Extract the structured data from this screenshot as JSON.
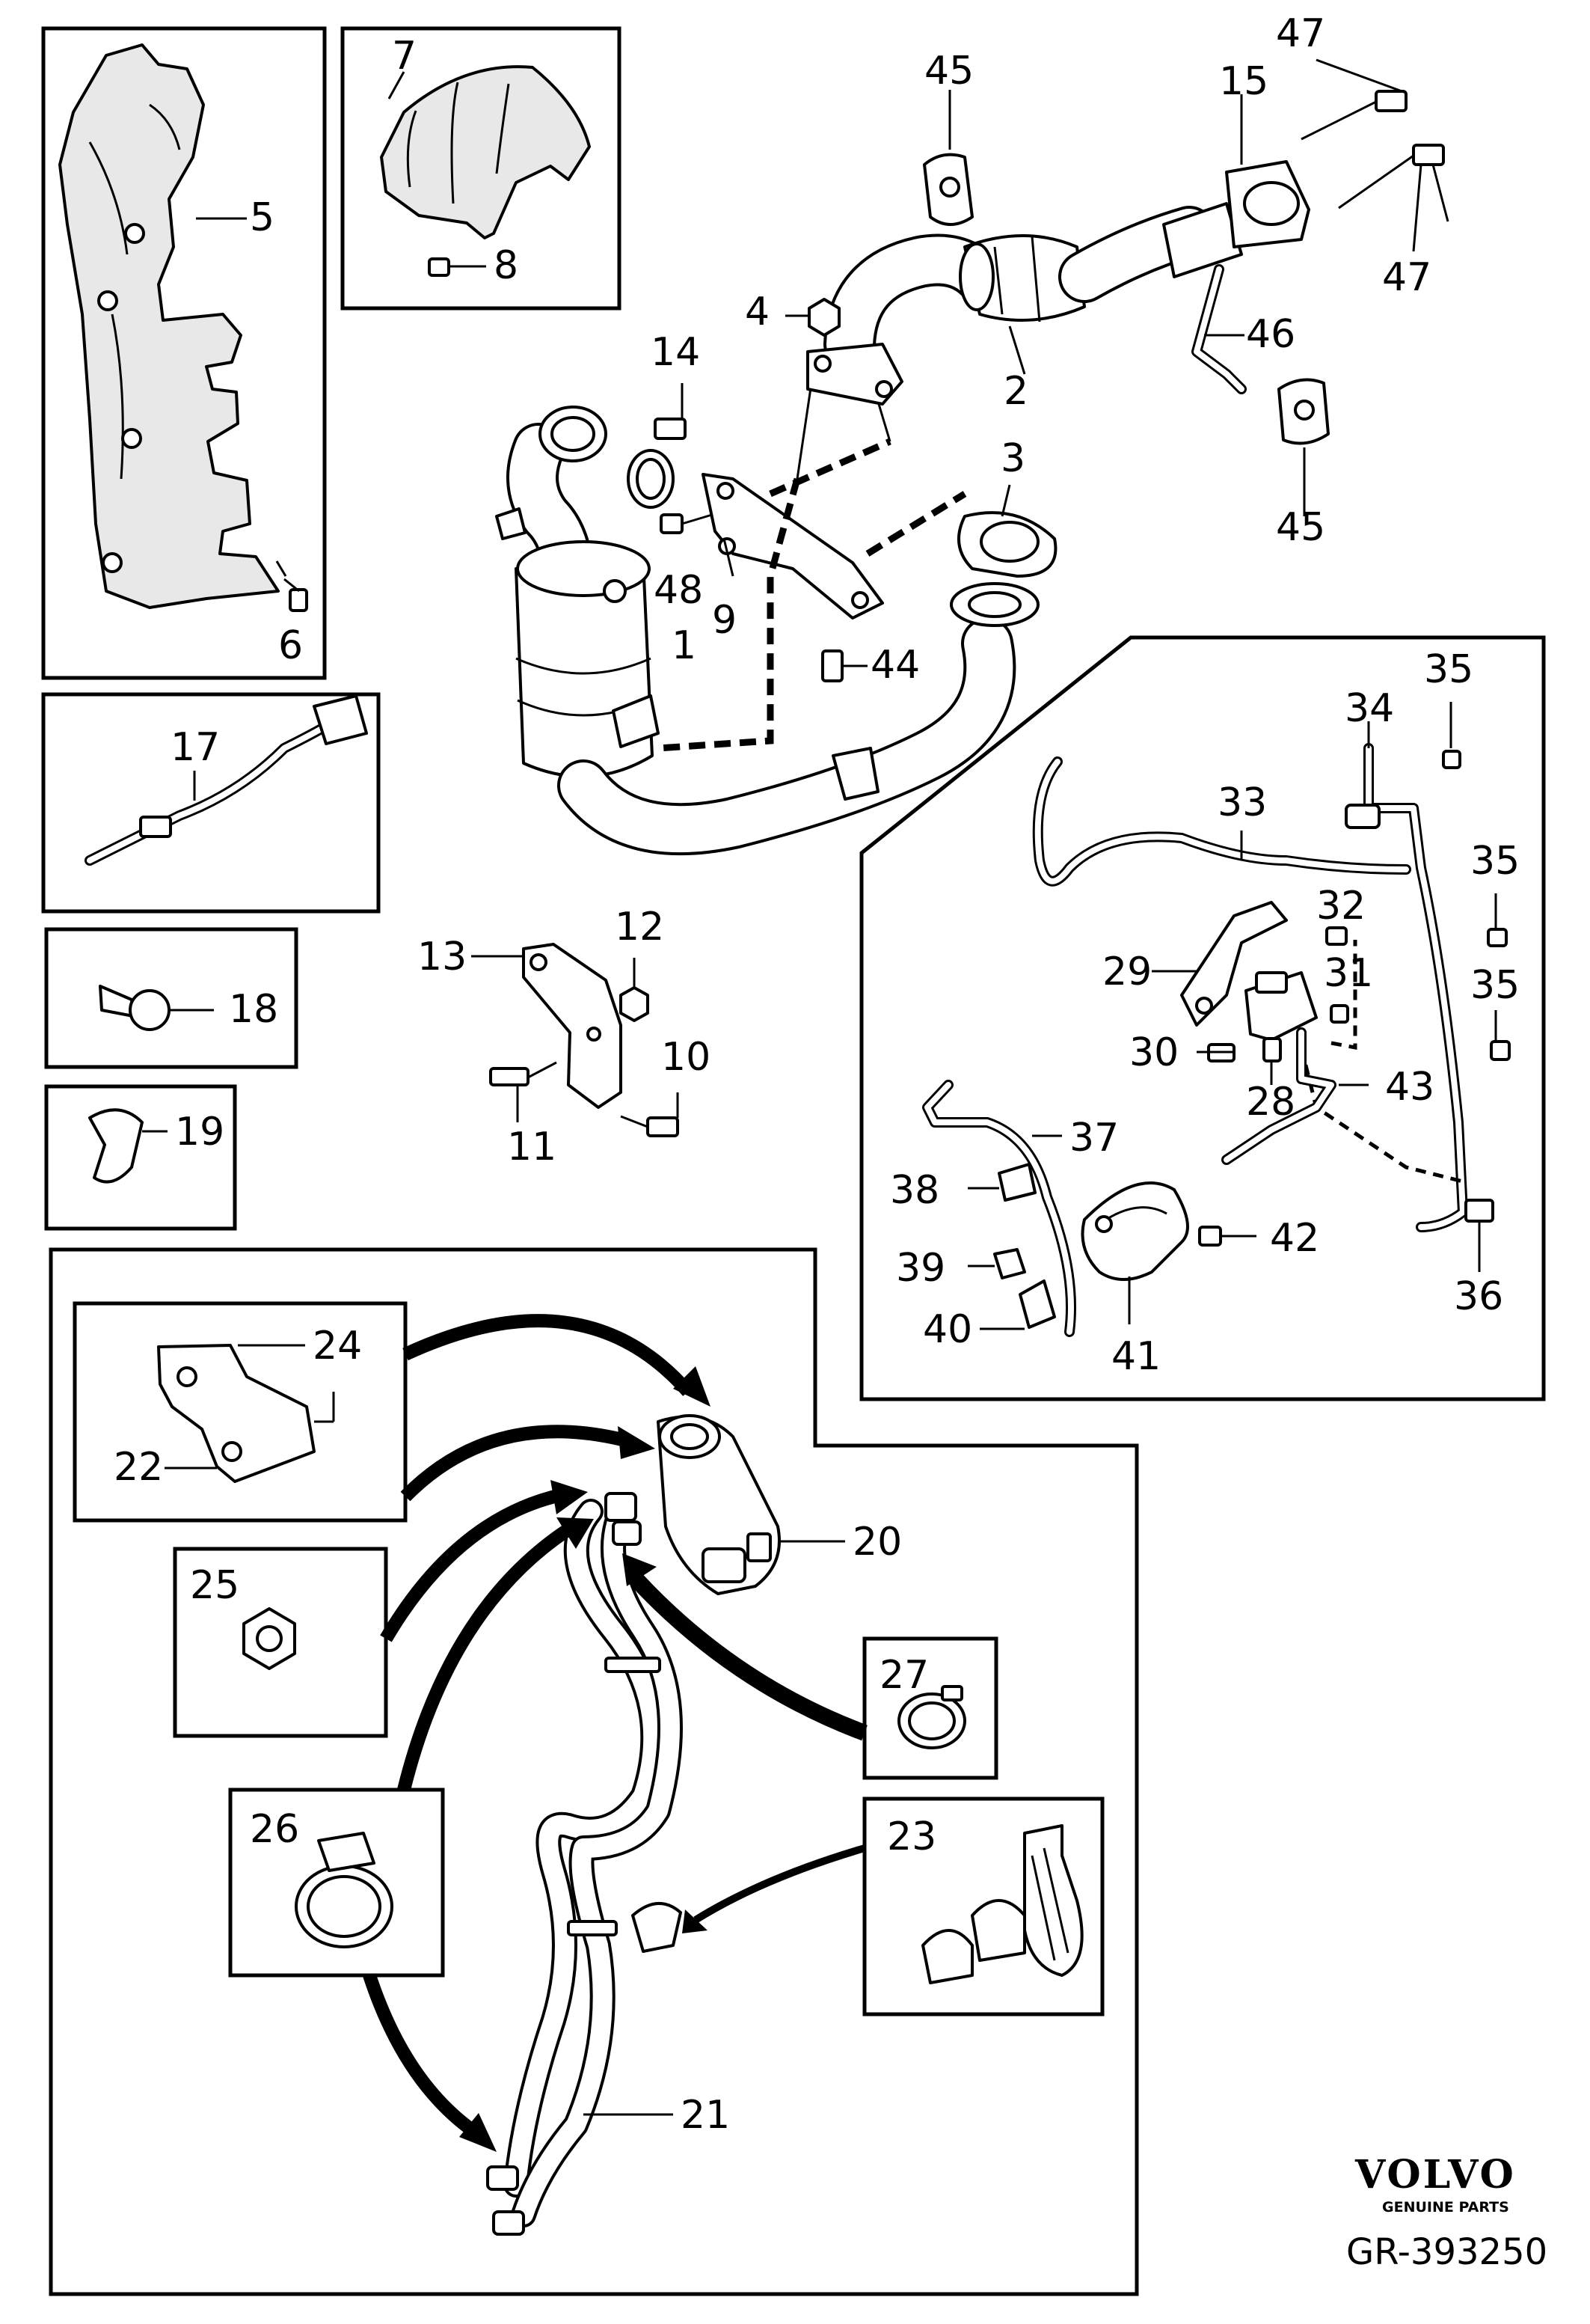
{
  "callouts": {
    "c1": "1",
    "c2": "2",
    "c3": "3",
    "c4": "4",
    "c5": "5",
    "c6": "6",
    "c7": "7",
    "c8": "8",
    "c9": "9",
    "c10": "10",
    "c11": "11",
    "c12": "12",
    "c13": "13",
    "c14": "14",
    "c15": "15",
    "c17": "17",
    "c18": "18",
    "c19": "19",
    "c20": "20",
    "c21": "21",
    "c22": "22",
    "c23": "23",
    "c24": "24",
    "c25": "25",
    "c26": "26",
    "c27": "27",
    "c28": "28",
    "c29": "29",
    "c30": "30",
    "c31": "31",
    "c32": "32",
    "c33": "33",
    "c34": "34",
    "c35a": "35",
    "c35b": "35",
    "c35c": "35",
    "c36": "36",
    "c37": "37",
    "c38": "38",
    "c39": "39",
    "c40": "40",
    "c41": "41",
    "c42": "42",
    "c43": "43",
    "c44": "44",
    "c45a": "45",
    "c45b": "45",
    "c46": "46",
    "c47a": "47",
    "c47b": "47",
    "c48": "48"
  },
  "branding": {
    "logo": "VOLVO",
    "tagline": "GENUINE PARTS",
    "reference": "GR-393250"
  }
}
